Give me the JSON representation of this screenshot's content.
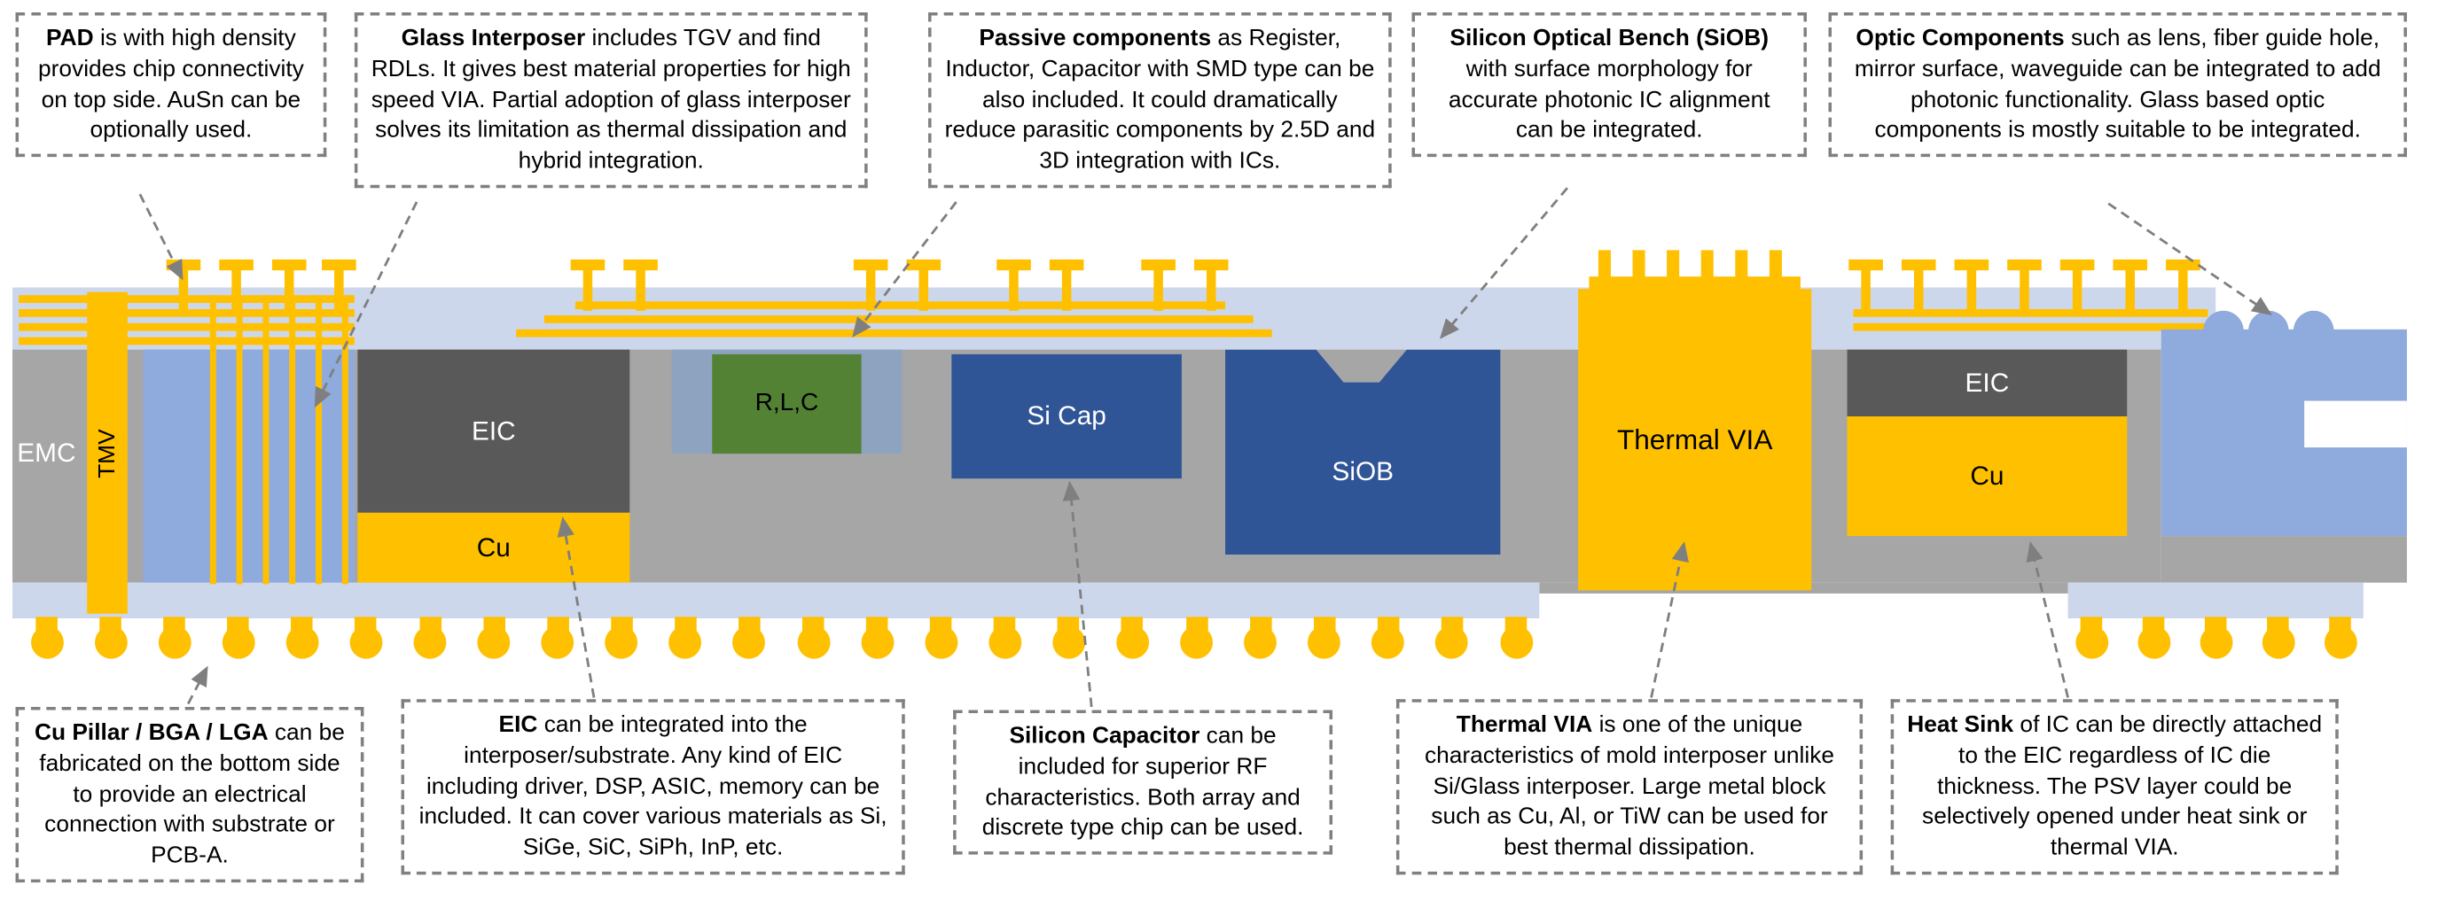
{
  "colors": {
    "gold": "#FFC000",
    "mold_gray": "#A6A6A6",
    "chip_dark_gray": "#595959",
    "light_blue": "#CDD7EB",
    "cornflower": "#8FAADC",
    "deep_blue": "#2F5597",
    "green": "#548235",
    "rlc_base": "#8EA3C0",
    "callout_border": "#808080",
    "arrow": "#7F7F7F"
  },
  "top_callouts": [
    {
      "bold": "PAD",
      "rest": " is with high density provides chip connectivity on top side. AuSn can be optionally used."
    },
    {
      "bold": "Glass Interposer",
      "rest": " includes TGV and find RDLs. It gives best material properties for high speed VIA. Partial adoption of glass interposer solves its limitation as thermal dissipation and hybrid integration."
    },
    {
      "bold": "Passive components",
      "rest": " as Register, Inductor, Capacitor with SMD type can be also included. It could dramatically reduce parasitic components by 2.5D and 3D integration with ICs."
    },
    {
      "bold": "Silicon Optical Bench (SiOB)",
      "rest": " with surface morphology for accurate photonic IC alignment can be integrated."
    },
    {
      "bold": "Optic Components",
      "rest": " such as lens, fiber guide hole, mirror surface, waveguide can be integrated to add photonic functionality. Glass based optic components is mostly suitable to be integrated."
    }
  ],
  "bottom_callouts": [
    {
      "bold": "Cu Pillar / BGA / LGA",
      "rest": " can be fabricated on the bottom side to provide an electrical connection with substrate or PCB-A."
    },
    {
      "bold": "EIC",
      "rest": " can be integrated into the interposer/substrate. Any kind of EIC including driver, DSP, ASIC, memory can be included. It can cover various materials as Si, SiGe, SiC, SiPh, InP, etc."
    },
    {
      "bold": "Silicon Capacitor",
      "rest": " can be included for superior RF characteristics. Both array and discrete type chip can be used."
    },
    {
      "bold": "Thermal VIA",
      "rest": " is one of the unique characteristics of mold interposer unlike Si/Glass interposer. Large metal block such as Cu, Al, or TiW can be used for best thermal dissipation."
    },
    {
      "bold": "Heat Sink",
      "rest": " of IC can be directly attached to the EIC regardless of IC die thickness. The PSV layer could be selectively opened under heat sink or thermal VIA."
    }
  ],
  "diagram": {
    "labels": {
      "emc": "EMC",
      "tmv": "TMV",
      "eic_left": "EIC",
      "cu_left": "Cu",
      "rlc": "R,L,C",
      "si_cap": "Si Cap",
      "siob": "SiOB",
      "thermal_via": "Thermal VIA",
      "eic_right": "EIC",
      "cu_right": "Cu"
    },
    "bumps": {
      "left_count": 24,
      "right_count": 5
    }
  }
}
